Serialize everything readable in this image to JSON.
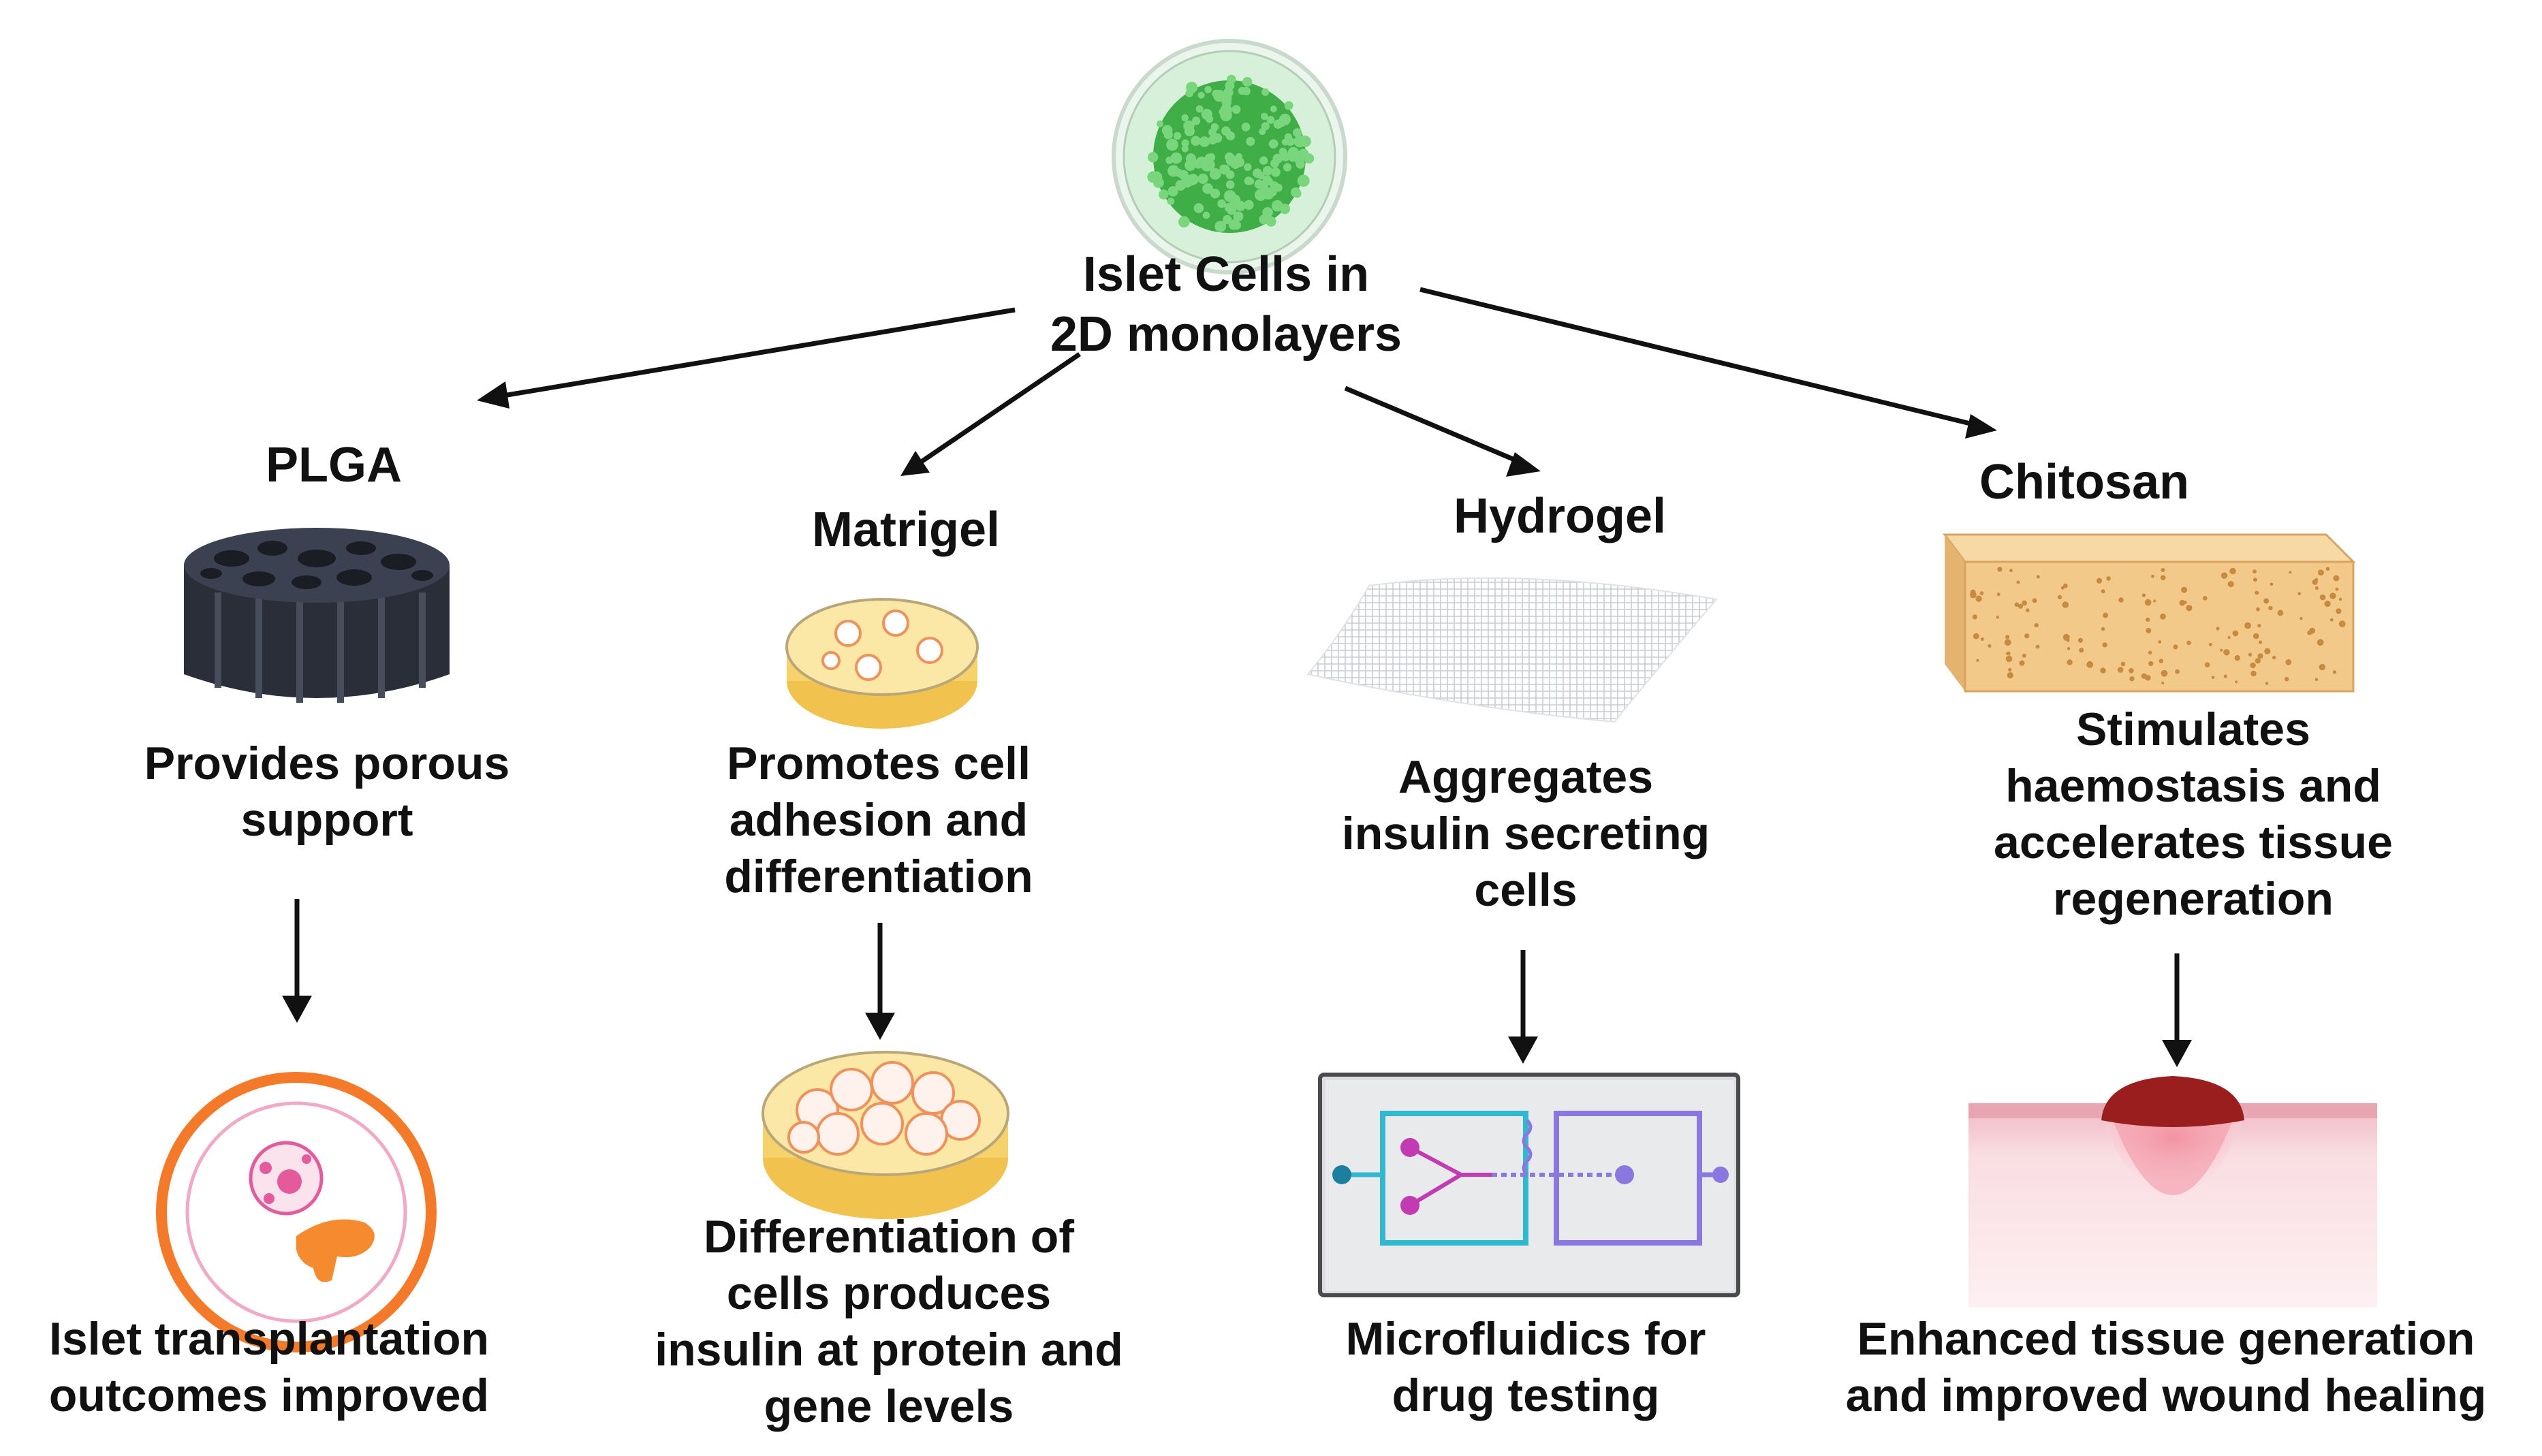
{
  "root": {
    "lines": [
      "Islet Cells in",
      "2D monolayers"
    ]
  },
  "branches": [
    {
      "name": "PLGA",
      "property": [
        "Provides porous",
        "support"
      ],
      "outcome": [
        "Islet transplantation",
        "outcomes improved"
      ]
    },
    {
      "name": "Matrigel",
      "property": [
        "Promotes cell",
        "adhesion and",
        "differentiation"
      ],
      "outcome": [
        "Differentiation of",
        "cells produces",
        "insulin at protein and",
        "gene levels"
      ]
    },
    {
      "name": "Hydrogel",
      "property": [
        "Aggregates",
        "insulin secreting",
        "cells"
      ],
      "outcome": [
        "Microfluidics for",
        "drug testing"
      ]
    },
    {
      "name": "Chitosan",
      "property": [
        "Stimulates",
        "haemostasis and",
        "accelerates tissue",
        "regeneration"
      ],
      "outcome": [
        "Enhanced tissue generation",
        "and improved wound healing"
      ]
    }
  ],
  "colors": {
    "cells_green": "#5cc45c",
    "plga_dark": "#2f3440",
    "gel_yellow": "#f5d36a",
    "transplant_orange": "#f47a2a",
    "pancreas_orange": "#f58a2e",
    "microfluidic_cyan": "#2fb8d0",
    "microfluidic_purple": "#8a78e0",
    "sponge_tan": "#f3c98a",
    "wound_red": "#9b1e1e",
    "skin_pink": "#f7cfd4"
  }
}
